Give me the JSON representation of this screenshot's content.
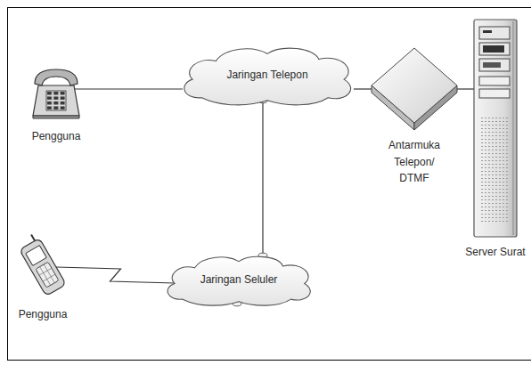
{
  "diagram": {
    "nodes": [
      {
        "text": [
          "Pengguna"
        ]
      },
      {
        "text": [
          "Jaringan Telepon"
        ]
      },
      {
        "text": [
          "Antarmuka Telepon/ DTMF"
        ]
      },
      {
        "text": [
          "Server Surat"
        ]
      },
      {
        "text": [
          "Pengguna"
        ]
      },
      {
        "text": [
          "Jaringan Seluler"
        ]
      }
    ],
    "edges": [
      {
        "from": 0,
        "to": 1,
        "arrow": "none"
      },
      {
        "from": 1,
        "to": 2,
        "arrow": "none"
      },
      {
        "from": 2,
        "to": 3,
        "arrow": "none"
      },
      {
        "from": 1,
        "to": 5,
        "arrow": "none"
      },
      {
        "from": 4,
        "to": 5,
        "arrow": "none"
      }
    ]
  }
}
